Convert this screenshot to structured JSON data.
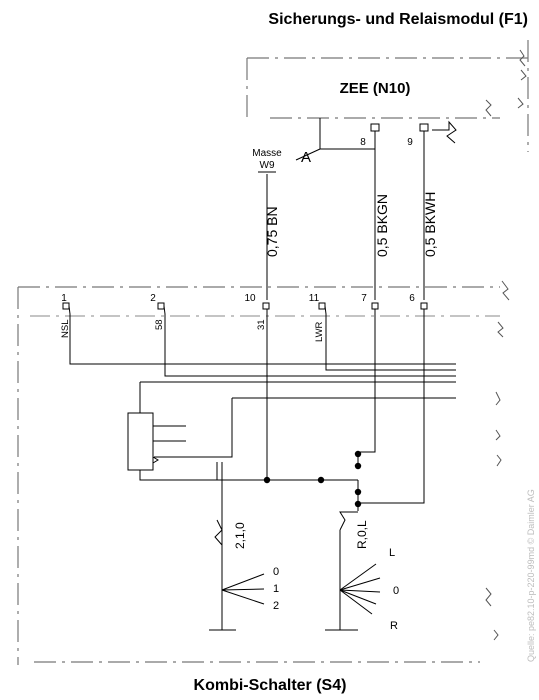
{
  "modules": {
    "top_title": "Sicherungs- und Relaismodul (F1)",
    "zee_label": "ZEE (N10)",
    "bottom_title": "Kombi-Schalter (S4)"
  },
  "ground": {
    "masse": "Masse",
    "w9": "W9",
    "point_a": "A"
  },
  "zee_pins": [
    "8",
    "9"
  ],
  "wires": {
    "w1": "0,75 BN",
    "w2": "0,5 BKGN",
    "w3": "0,5 BKWH"
  },
  "s4_pins": {
    "numbers": [
      "1",
      "2",
      "10",
      "11",
      "7",
      "6"
    ],
    "names": [
      "NSL",
      "58",
      "31",
      "LWR"
    ]
  },
  "switch_left": {
    "label": "2,1,0",
    "positions": [
      "0",
      "1",
      "2"
    ]
  },
  "switch_right": {
    "label": "R,0,L",
    "positions": [
      "L",
      "0",
      "R"
    ]
  },
  "source_note": "Quelle: pe82.10-p-220-99md © Daimler AG"
}
